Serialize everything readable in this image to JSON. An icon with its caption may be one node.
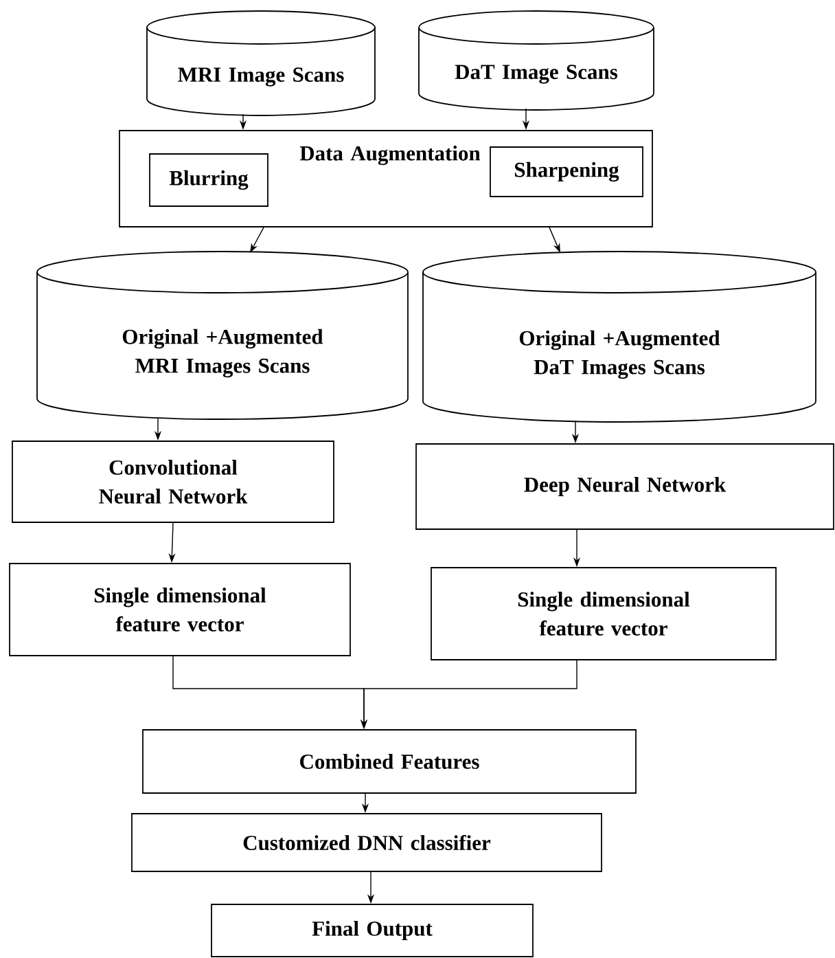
{
  "diagram": {
    "nodes": [
      {
        "text": [
          "MRI Image Scans"
        ]
      },
      {
        "text": [
          "DaT Image Scans"
        ]
      },
      {
        "text": [
          "Data Augmentation"
        ]
      },
      {
        "text": [
          "Blurring"
        ],
        "in": 2
      },
      {
        "text": [
          "Sharpening"
        ],
        "in": 2
      },
      {
        "text": [
          "Original +Augmented MRI Images Scans"
        ]
      },
      {
        "text": [
          "Original +Augmented DaT Images Scans"
        ]
      },
      {
        "text": [
          "Convolutional Neural Network"
        ]
      },
      {
        "text": [
          "Deep Neural Network"
        ]
      },
      {
        "text": [
          "Single dimensional feature vector"
        ]
      },
      {
        "text": [
          "Single dimensional feature vector"
        ]
      },
      {
        "text": [
          "Combined Features"
        ]
      },
      {
        "text": [
          "Customized DNN classifier"
        ]
      },
      {
        "text": [
          "Final Output"
        ]
      }
    ],
    "edges": [
      {
        "from": 0,
        "to": 2,
        "arrow": "to"
      },
      {
        "from": 1,
        "to": 2,
        "arrow": "to"
      },
      {
        "from": 2,
        "to": 5,
        "arrow": "to"
      },
      {
        "from": 2,
        "to": 6,
        "arrow": "to"
      },
      {
        "from": 5,
        "to": 7,
        "arrow": "to"
      },
      {
        "from": 6,
        "to": 8,
        "arrow": "to"
      },
      {
        "from": 7,
        "to": 9,
        "arrow": "to"
      },
      {
        "from": 8,
        "to": 10,
        "arrow": "to"
      },
      {
        "from": 9,
        "to": 11,
        "arrow": "to"
      },
      {
        "from": 10,
        "to": 11,
        "arrow": "to"
      },
      {
        "from": 11,
        "to": 12,
        "arrow": "to"
      },
      {
        "from": 12,
        "to": 13,
        "arrow": "to"
      }
    ]
  }
}
